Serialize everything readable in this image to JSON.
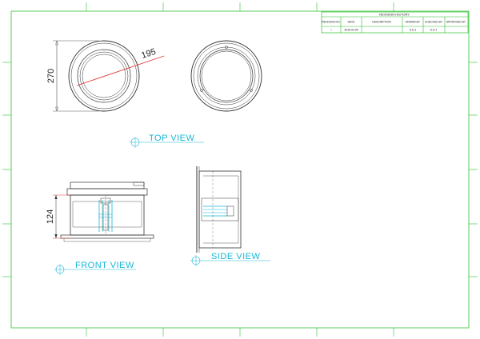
{
  "revision_table": {
    "title": "REVISION HISTORY",
    "headers": {
      "revision_no": "REVISION NO.",
      "date": "DATE",
      "description": "DESCRIPTION",
      "drawn_by": "DRAWN BY",
      "checked_by": "CHECKED BY",
      "approved_by": "APPROVED BY"
    },
    "rows": [
      {
        "revision_no": "1",
        "date": "2015.02.09",
        "description": "",
        "drawn_by": "K.H.J",
        "checked_by": "K.H.J",
        "approved_by": ""
      }
    ]
  },
  "dimensions": {
    "height": "270",
    "diameter": "195",
    "front_height": "124"
  },
  "view_labels": {
    "top": "TOP  VIEW",
    "front": "FRONT  VIEW",
    "side": "SIDE  VIEW"
  },
  "colors": {
    "border": "#2fc02f",
    "view_label": "#18b7d6",
    "dimension": "#e03a3a",
    "outline": "#333333"
  }
}
